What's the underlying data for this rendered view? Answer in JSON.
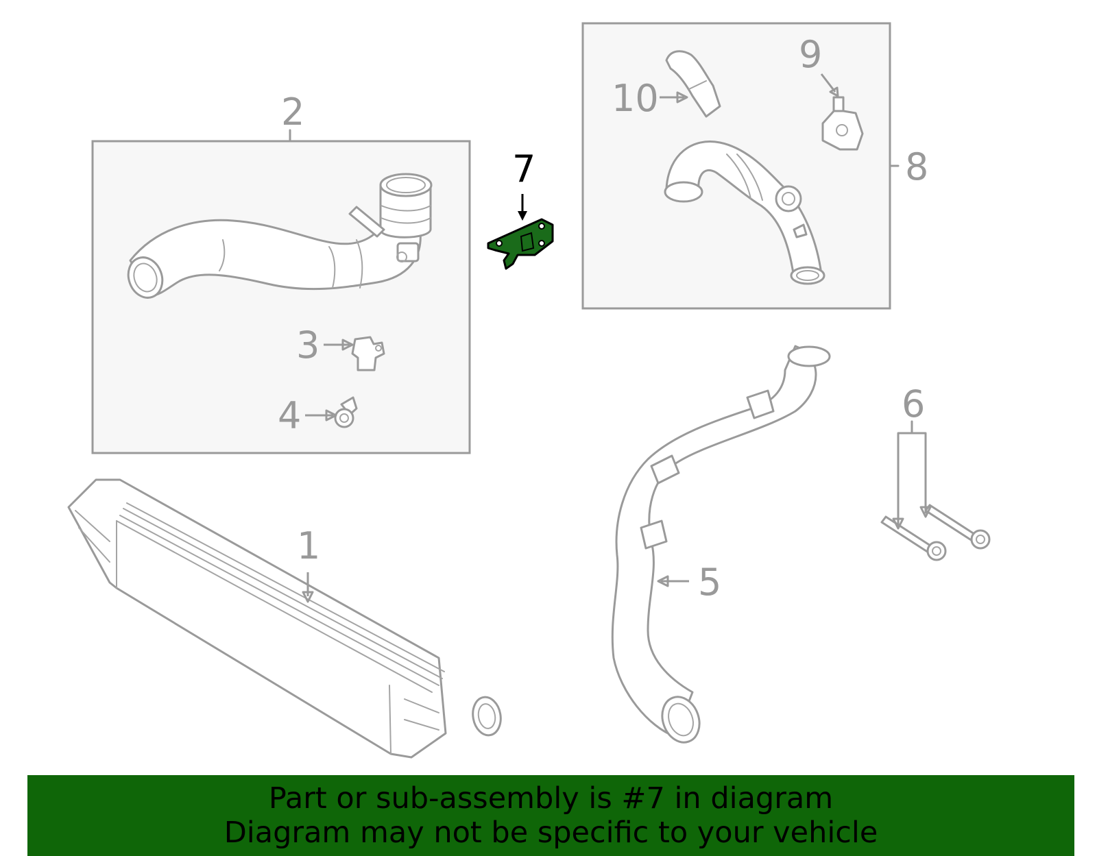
{
  "diagram": {
    "highlight_color": "#1a6b1a",
    "banner_color": "#0f6608",
    "line_color": "#9a9a9a",
    "panel_fill": "#f7f7f7",
    "highlighted_part": "7",
    "callouts": [
      {
        "id": "c1",
        "label": "1"
      },
      {
        "id": "c2",
        "label": "2"
      },
      {
        "id": "c3",
        "label": "3"
      },
      {
        "id": "c4",
        "label": "4"
      },
      {
        "id": "c5",
        "label": "5"
      },
      {
        "id": "c6",
        "label": "6"
      },
      {
        "id": "c7",
        "label": "7"
      },
      {
        "id": "c8",
        "label": "8"
      },
      {
        "id": "c9",
        "label": "9"
      },
      {
        "id": "c10",
        "label": "10"
      }
    ]
  },
  "banner": {
    "line1": "Part or sub-assembly is #7 in diagram",
    "line2": "Diagram may not be specific to your vehicle"
  }
}
